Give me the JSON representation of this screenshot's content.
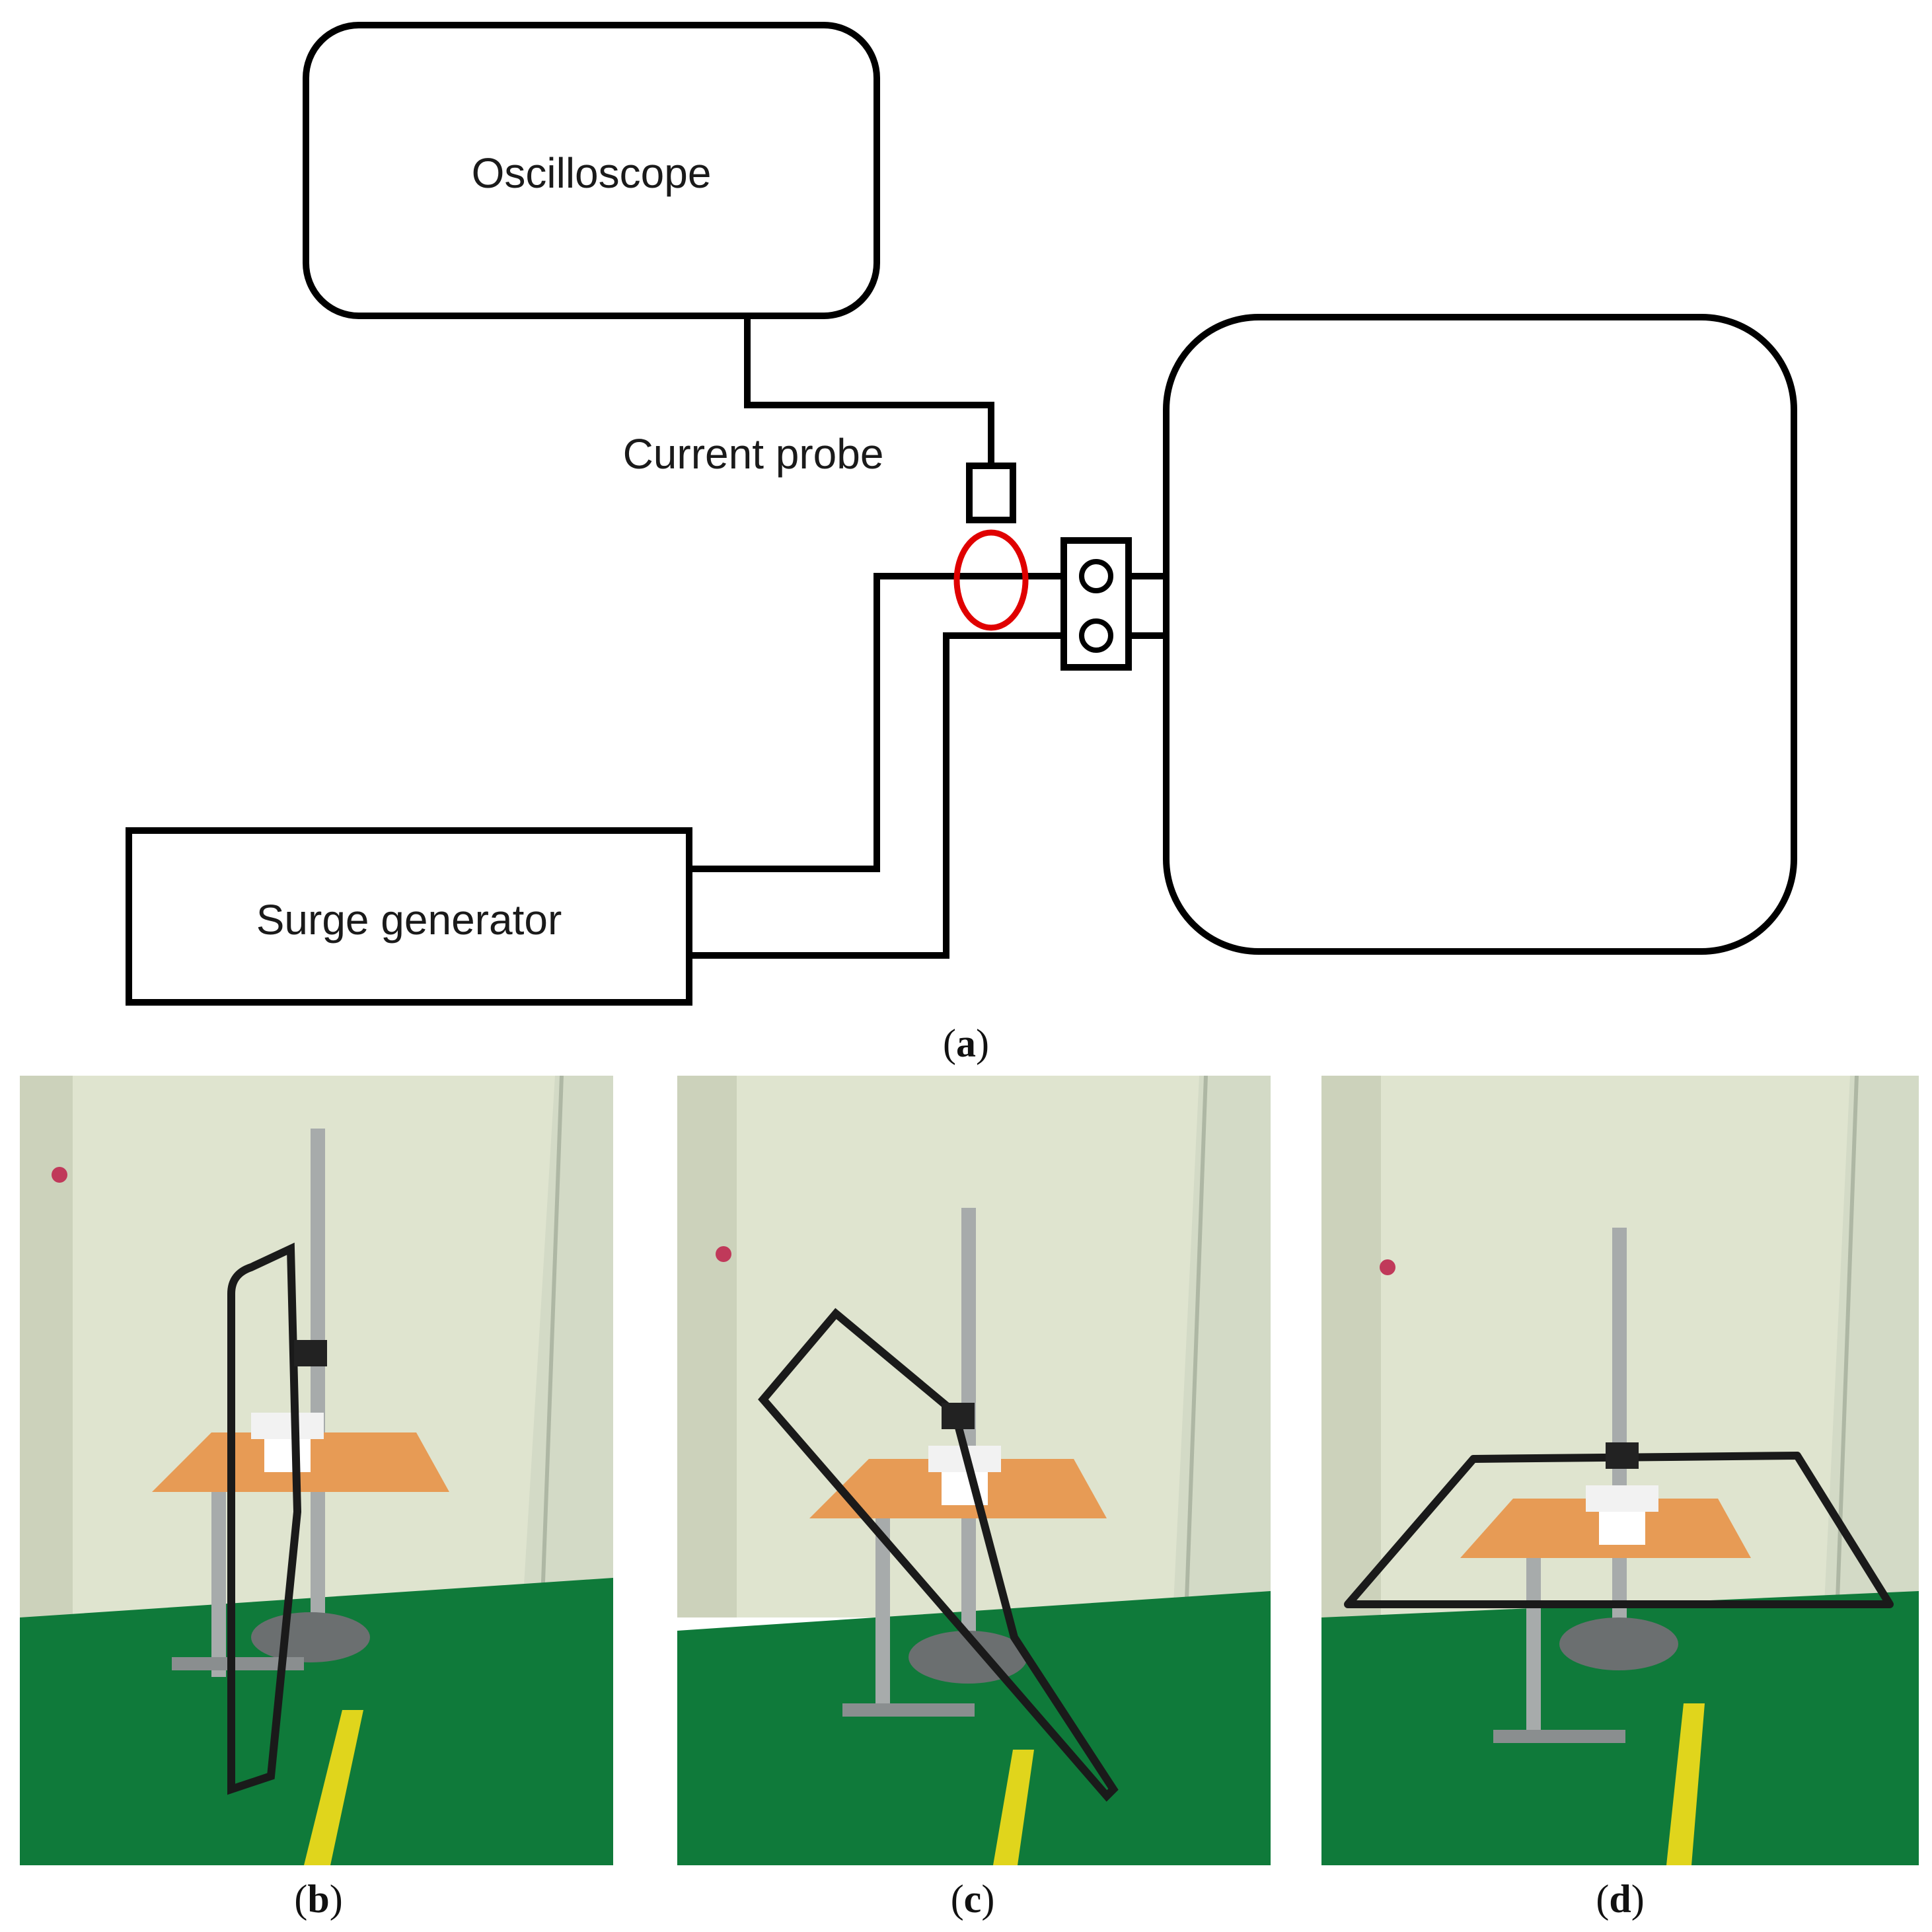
{
  "diagram": {
    "oscilloscope_label": "Oscilloscope",
    "current_probe_label": "Current probe",
    "surge_generator_label": "Surge generator"
  },
  "captions": {
    "a": "a",
    "b": "b",
    "c": "c",
    "d": "d"
  },
  "colors": {
    "line": "#000000",
    "probe_clamp": "#e00000",
    "wall": "#dfe4cf",
    "floor": "#0f7a3a",
    "table_top": "#e79b55",
    "floor_stripe": "#e0d51c"
  }
}
